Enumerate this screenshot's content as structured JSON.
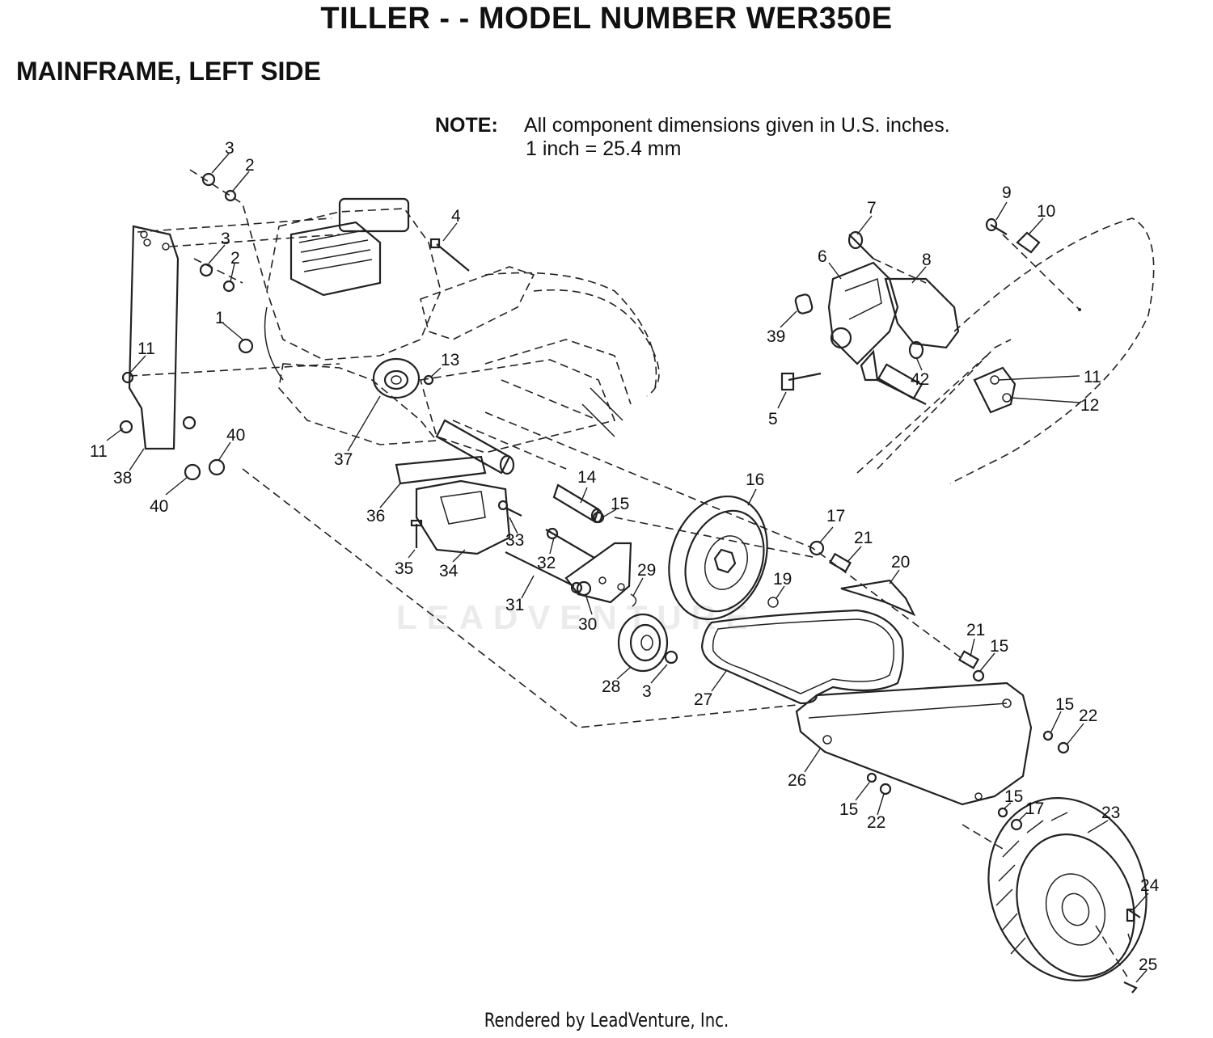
{
  "title": "TILLER - - MODEL NUMBER WER350E",
  "subtitle": "MAINFRAME, LEFT SIDE",
  "note": {
    "label": "NOTE:",
    "line1": "All component dimensions given in U.S. inches.",
    "line2": "1 inch = 25.4 mm"
  },
  "watermark": "LEADVENTURE",
  "footer": "Rendered by LeadVenture, Inc.",
  "callouts": [
    "3",
    "2",
    "3",
    "2",
    "1",
    "4",
    "11",
    "13",
    "11",
    "38",
    "40",
    "40",
    "37",
    "36",
    "14",
    "15",
    "16",
    "35",
    "34",
    "33",
    "32",
    "31",
    "30",
    "29",
    "19",
    "28",
    "3",
    "27",
    "17",
    "21",
    "20",
    "21",
    "15",
    "15",
    "22",
    "26",
    "15",
    "22",
    "15",
    "17",
    "23",
    "24",
    "25",
    "7",
    "9",
    "10",
    "6",
    "8",
    "39",
    "42",
    "5",
    "11",
    "12"
  ]
}
